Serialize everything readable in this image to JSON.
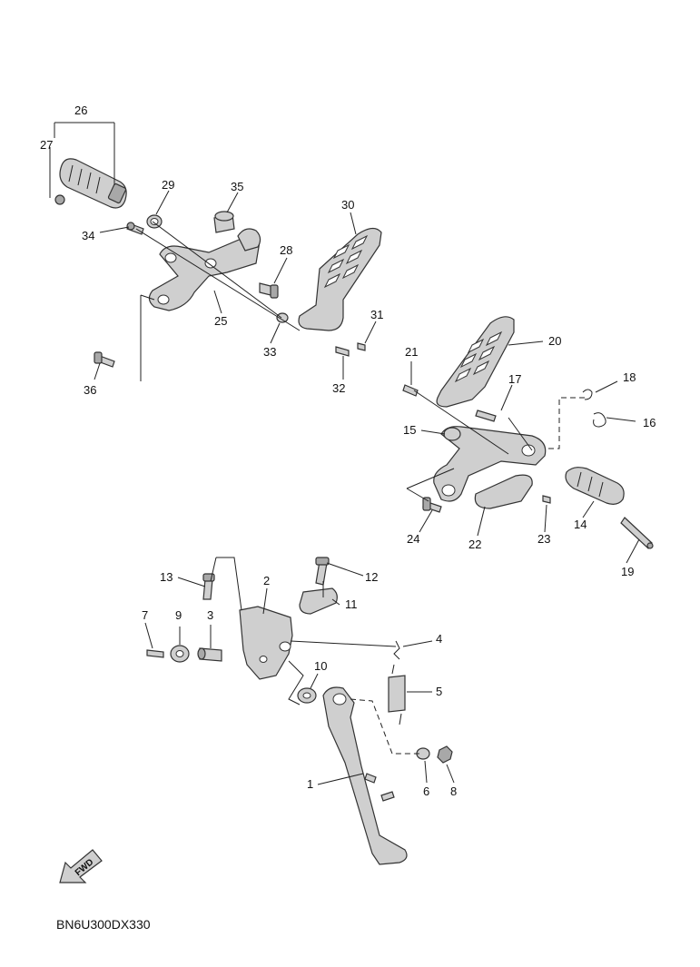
{
  "diagram": {
    "drawing_code": "BN6U300DX330",
    "fwd_label": "FWD",
    "callouts": [
      {
        "id": "1",
        "label": "1"
      },
      {
        "id": "2",
        "label": "2"
      },
      {
        "id": "3",
        "label": "3"
      },
      {
        "id": "4",
        "label": "4"
      },
      {
        "id": "5",
        "label": "5"
      },
      {
        "id": "6",
        "label": "6"
      },
      {
        "id": "7",
        "label": "7"
      },
      {
        "id": "8",
        "label": "8"
      },
      {
        "id": "9",
        "label": "9"
      },
      {
        "id": "10",
        "label": "10"
      },
      {
        "id": "11",
        "label": "11"
      },
      {
        "id": "12",
        "label": "12"
      },
      {
        "id": "13",
        "label": "13"
      },
      {
        "id": "14",
        "label": "14"
      },
      {
        "id": "15",
        "label": "15"
      },
      {
        "id": "16",
        "label": "16"
      },
      {
        "id": "17",
        "label": "17"
      },
      {
        "id": "18",
        "label": "18"
      },
      {
        "id": "19",
        "label": "19"
      },
      {
        "id": "20",
        "label": "20"
      },
      {
        "id": "21",
        "label": "21"
      },
      {
        "id": "22",
        "label": "22"
      },
      {
        "id": "23",
        "label": "23"
      },
      {
        "id": "24",
        "label": "24"
      },
      {
        "id": "25",
        "label": "25"
      },
      {
        "id": "26",
        "label": "26"
      },
      {
        "id": "27",
        "label": "27"
      },
      {
        "id": "28",
        "label": "28"
      },
      {
        "id": "29",
        "label": "29"
      },
      {
        "id": "30",
        "label": "30"
      },
      {
        "id": "31",
        "label": "31"
      },
      {
        "id": "32",
        "label": "32"
      },
      {
        "id": "33",
        "label": "33"
      },
      {
        "id": "34",
        "label": "34"
      },
      {
        "id": "35",
        "label": "35"
      },
      {
        "id": "36",
        "label": "36"
      }
    ]
  }
}
